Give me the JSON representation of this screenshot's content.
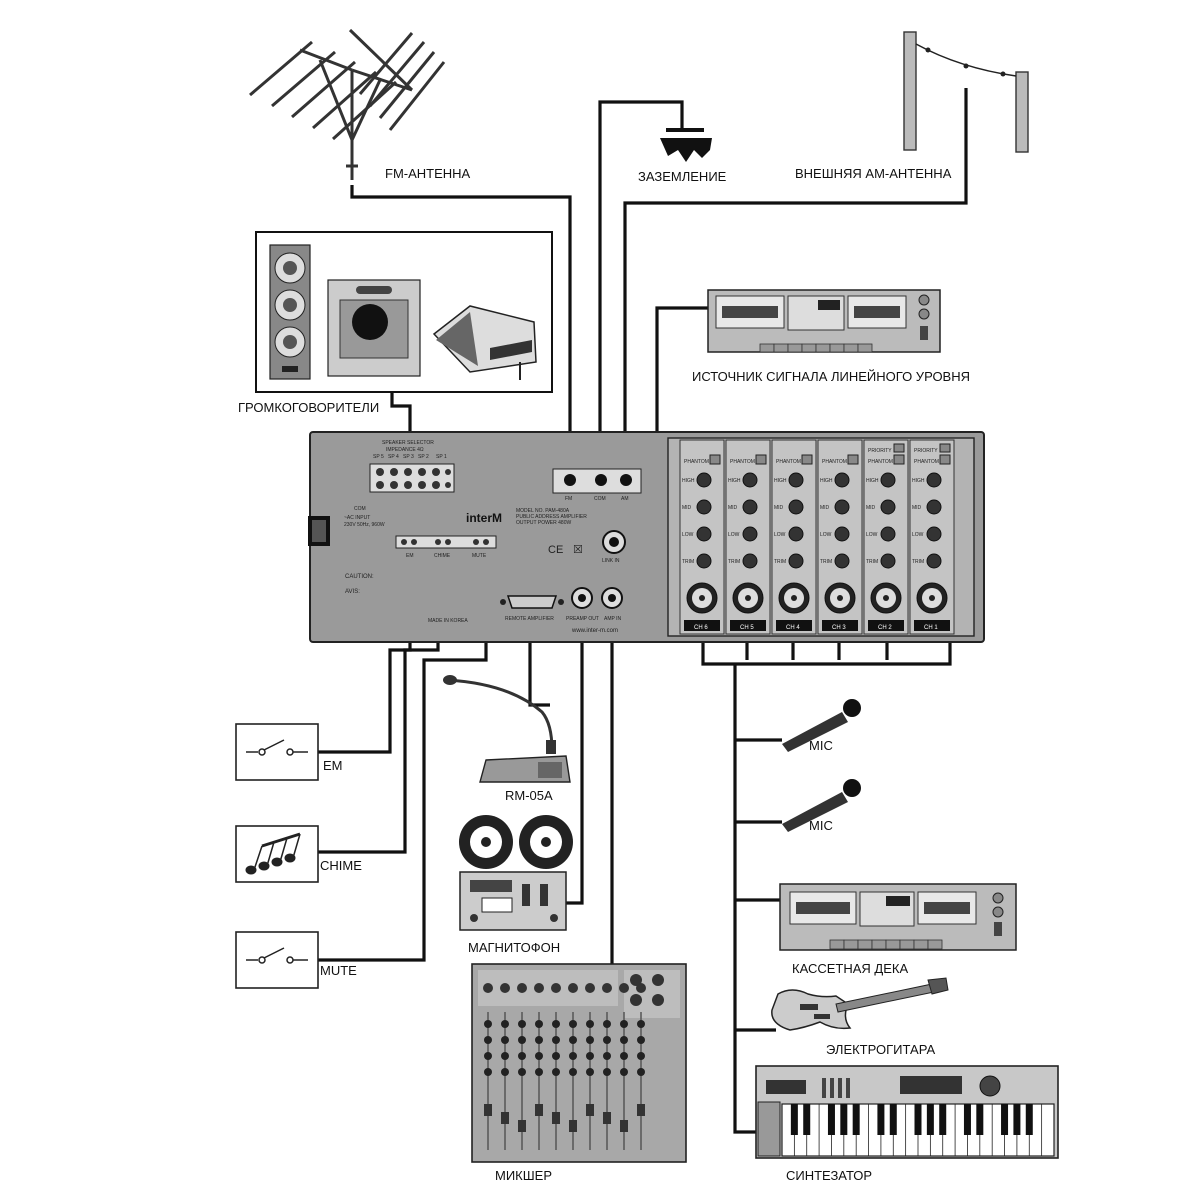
{
  "labels": {
    "fm_antenna": "FM-АНТЕННА",
    "ground": "ЗАЗЕМЛЕНИЕ",
    "am_antenna": "ВНЕШНЯЯ АМ-АНТЕННА",
    "line_source": "ИСТОЧНИК СИГНАЛА ЛИНЕЙНОГО УРОВНЯ",
    "speakers": "ГРОМКОГОВОРИТЕЛИ",
    "em": "EM",
    "chime": "CHIME",
    "mute": "MUTE",
    "rm05a": "RM-05A",
    "tape_recorder": "МАГНИТОФОН",
    "mixer": "МИКШЕР",
    "mic1": "MIC",
    "mic2": "MIC",
    "cassette_deck": "КАССЕТНАЯ ДЕКА",
    "e_guitar": "ЭЛЕКТРОГИТАРА",
    "synth": "СИНТЕЗАТОР"
  },
  "amplifier": {
    "brand": "interM",
    "model": "MODEL NO. PAM-480A",
    "type": "PUBLIC ADDRESS AMPLIFIER",
    "output_power": "OUTPUT POWER 480W",
    "speaker_selector": "SPEAKER SELECTOR",
    "impedance": "IMPEDANCE 4Ω",
    "sp_labels": [
      "SP 5",
      "SP 4",
      "SP 3",
      "SP 2",
      "SP 1"
    ],
    "com": "COM",
    "ac_input": "~AC INPUT",
    "ac_spec": "230V 50Hz, 960W",
    "terminals": [
      "FM",
      "COM",
      "AM"
    ],
    "link_in": "LINK IN",
    "remote_amplifier": "REMOTE AMPLIFIER",
    "pream_out": "PREAMP OUT",
    "amp_in": "AMP IN",
    "website": "www.inter-m.com",
    "made_in": "MADE IN KOREA",
    "caution": "CAUTION:",
    "avis": "AVIS:",
    "control_terms": [
      "EM",
      "CHIME",
      "MUTE"
    ],
    "channels": [
      "CH 6",
      "CH 5",
      "CH 4",
      "CH 3",
      "CH 2",
      "CH 1"
    ],
    "phantom": "PHANTOM",
    "priority": "PRIORITY",
    "eq_rows": [
      "HIGH",
      "MID",
      "LOW",
      "TRIM"
    ]
  }
}
